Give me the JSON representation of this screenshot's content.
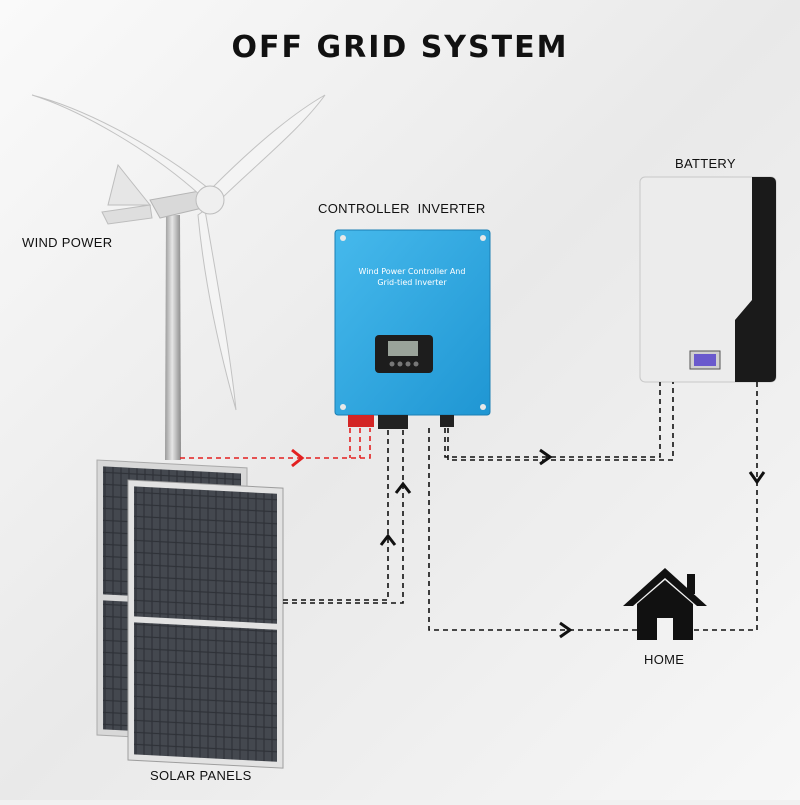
{
  "title": "OFF GRID SYSTEM",
  "labels": {
    "wind_power": "WIND POWER",
    "controller_inverter": "CONTROLLER  INVERTER",
    "battery": "BATTERY",
    "solar_panels": "SOLAR PANELS",
    "home": "HOME"
  },
  "inverter_panel_text": {
    "line1": "Wind Power Controller And",
    "line2": "Grid-tied Inverter"
  },
  "colors": {
    "inverter_blue": "#2fa8e0",
    "battery_body": "#ececec",
    "battery_side": "#1a1a1a",
    "wind_link": "#e32020",
    "link": "#111111",
    "panel_cell": "#3a3d44"
  }
}
